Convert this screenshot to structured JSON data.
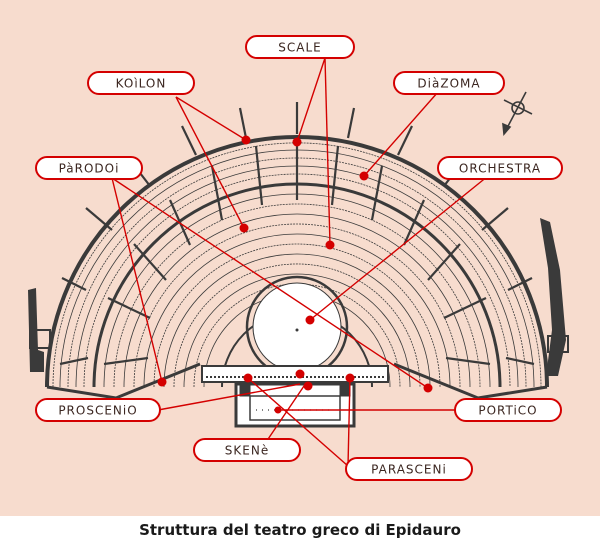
{
  "diagram": {
    "caption": "Struttura del teatro greco di Epidauro",
    "colors": {
      "background": "#f7dcce",
      "accent": "#d40000",
      "label_fill": "#ffffff",
      "structure": "#3a3a3a"
    },
    "labels": {
      "scale": "SCALE",
      "koilon": "KOìLON",
      "diazoma": "DiàZOMA",
      "parodoi": "PàRODOi",
      "orchestra": "ORCHESTRA",
      "proscenio": "PROSCENiO",
      "portico": "PORTiCO",
      "skene": "SKENè",
      "parasceni": "PARASCENi"
    },
    "icons": {
      "compass": "north-arrow-icon"
    }
  }
}
